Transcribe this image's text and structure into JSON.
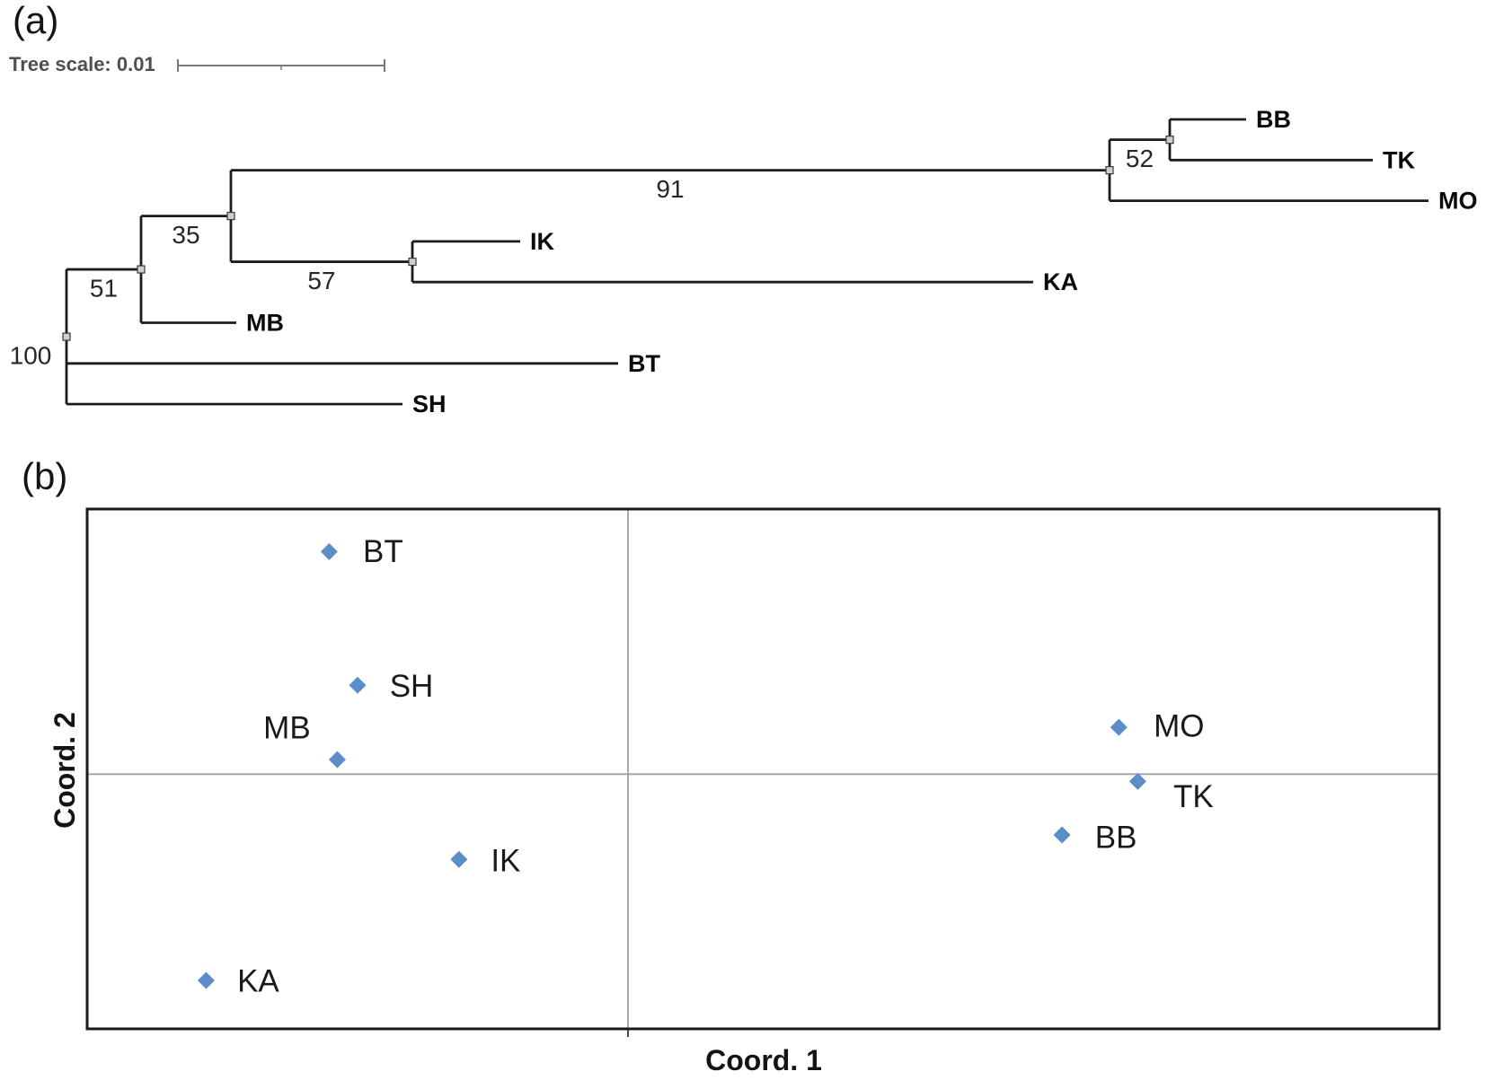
{
  "panel_a": {
    "label": "(a)"
  },
  "panel_b": {
    "label": "(b)"
  },
  "colors": {
    "tree_line": "#1c1c1c",
    "node_marker_fill": "#cfcfcf",
    "node_marker_stroke": "#3a3a3a",
    "support_text": "#26262c",
    "leaf_text": "#0a0a0a",
    "scale_bar": "#7a7a7a",
    "plot_border": "#1a1a1a",
    "gridline": "#a0a0a0",
    "marker_blue": "#5b8dc8",
    "point_label_text": "#1a1a1a"
  },
  "chart_data": [
    {
      "type": "tree",
      "tree_scale": {
        "label": "Tree scale: 0.01",
        "value": 0.01
      },
      "leaf_order": [
        "BB",
        "TK",
        "MO",
        "IK",
        "KA",
        "MB",
        "BT",
        "SH"
      ],
      "support_values": [
        "100",
        "51",
        "35",
        "91",
        "57",
        "52"
      ],
      "newick": "(((((BB,TK)52,MO)91,(IK,KA)57)35,MB)51,BT,SH)100;",
      "root": {
        "x": 74,
        "support": "100",
        "children": [
          {
            "x": 157,
            "support": "51",
            "children": [
              {
                "x": 257,
                "support": "35",
                "children": [
                  {
                    "x": 1235,
                    "support": "91",
                    "children": [
                      {
                        "x": 1302,
                        "support": "52",
                        "children": [
                          {
                            "x": 1387,
                            "name": "BB"
                          },
                          {
                            "x": 1528,
                            "name": "TK"
                          }
                        ]
                      },
                      {
                        "x": 1590,
                        "name": "MO"
                      }
                    ]
                  },
                  {
                    "x": 459,
                    "support": "57",
                    "children": [
                      {
                        "x": 579,
                        "name": "IK"
                      },
                      {
                        "x": 1150,
                        "name": "KA"
                      }
                    ]
                  }
                ]
              },
              {
                "x": 263,
                "name": "MB"
              }
            ]
          },
          {
            "x": 688,
            "name": "BT"
          },
          {
            "x": 448,
            "name": "SH"
          }
        ]
      }
    },
    {
      "type": "scatter",
      "xlabel": "Coord. 1",
      "ylabel": "Coord. 2",
      "xlim": [
        -0.4,
        0.6
      ],
      "ylim": [
        -0.49,
        0.51
      ],
      "axes_through_origin": true,
      "grid": "origin lines only",
      "legend": "none",
      "marker": "diamond",
      "marker_color": "#5b8dc8",
      "points": [
        {
          "label": "BT",
          "x": -0.221,
          "y": 0.428,
          "label_offset": [
            60,
            0
          ]
        },
        {
          "label": "SH",
          "x": -0.2,
          "y": 0.171,
          "label_offset": [
            60,
            1
          ]
        },
        {
          "label": "MB",
          "x": -0.215,
          "y": 0.028,
          "label_offset": [
            -56,
            -35
          ]
        },
        {
          "label": "IK",
          "x": -0.125,
          "y": -0.164,
          "label_offset": [
            52,
            2
          ]
        },
        {
          "label": "KA",
          "x": -0.312,
          "y": -0.397,
          "label_offset": [
            58,
            1
          ]
        },
        {
          "label": "MO",
          "x": 0.363,
          "y": 0.09,
          "label_offset": [
            67,
            -1
          ]
        },
        {
          "label": "TK",
          "x": 0.377,
          "y": -0.014,
          "label_offset": [
            62,
            17
          ]
        },
        {
          "label": "BB",
          "x": 0.321,
          "y": -0.117,
          "label_offset": [
            60,
            3
          ]
        }
      ]
    }
  ]
}
